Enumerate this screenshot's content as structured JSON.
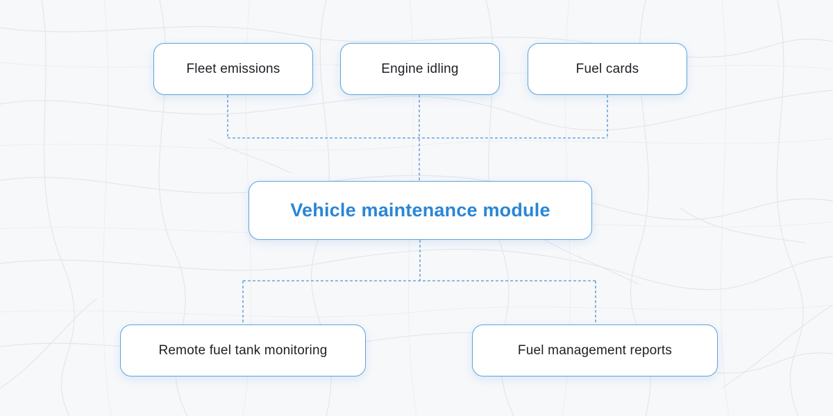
{
  "diagram": {
    "center": {
      "label": "Vehicle maintenance module"
    },
    "top_nodes": [
      {
        "label": "Fleet emissions"
      },
      {
        "label": "Engine idling"
      },
      {
        "label": "Fuel cards"
      }
    ],
    "bottom_nodes": [
      {
        "label": "Remote fuel tank monitoring"
      },
      {
        "label": "Fuel management reports"
      }
    ]
  },
  "colors": {
    "accent": "#2a86d6",
    "border": "#5aa2e0",
    "connector": "#4a94d8",
    "node_text": "#1c1f24"
  }
}
